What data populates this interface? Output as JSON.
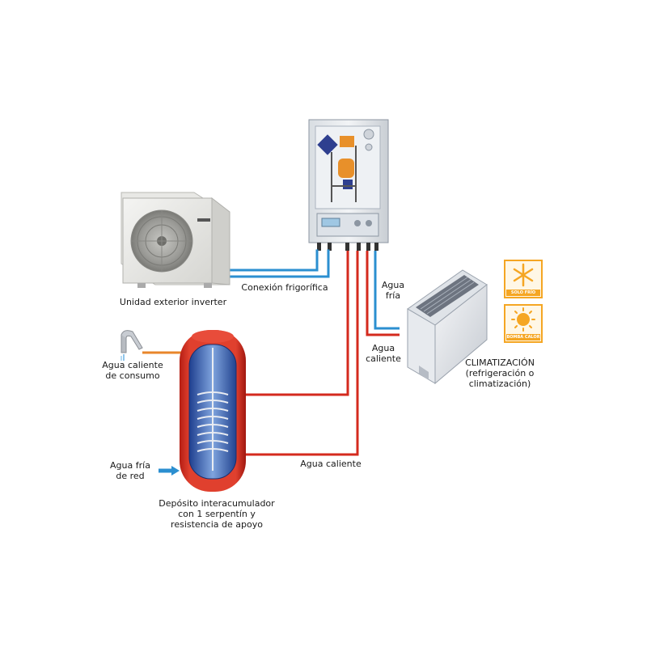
{
  "labels": {
    "outdoor_unit": "Unidad exterior inverter",
    "refrigerant_connection": "Conexión frigorífica",
    "cold_water_fancoil": [
      "Agua",
      "fría"
    ],
    "hot_water_fancoil": [
      "Agua",
      "caliente"
    ],
    "hot_water_tank": "Agua caliente",
    "domestic_hot_water": [
      "Agua caliente",
      "de consumo"
    ],
    "mains_cold_water": [
      "Agua fría",
      "de red"
    ],
    "tank_description": [
      "Depósito interacumulador",
      "con 1 serpentín y",
      "resistencia de apoyo"
    ],
    "climatization": [
      "CLIMATIZACIÓN",
      "(refrigeración o",
      "climatización)"
    ]
  },
  "badges": {
    "cooling_only": "SOLO FRÍO",
    "heat_pump": "BOMBA CALOR"
  },
  "colors": {
    "cold_pipe": "#2b8fd0",
    "hot_pipe": "#d42a1e",
    "domestic_pipe": "#e8862a",
    "badge_border": "#f5a623",
    "badge_bg": "#fff7e6"
  }
}
